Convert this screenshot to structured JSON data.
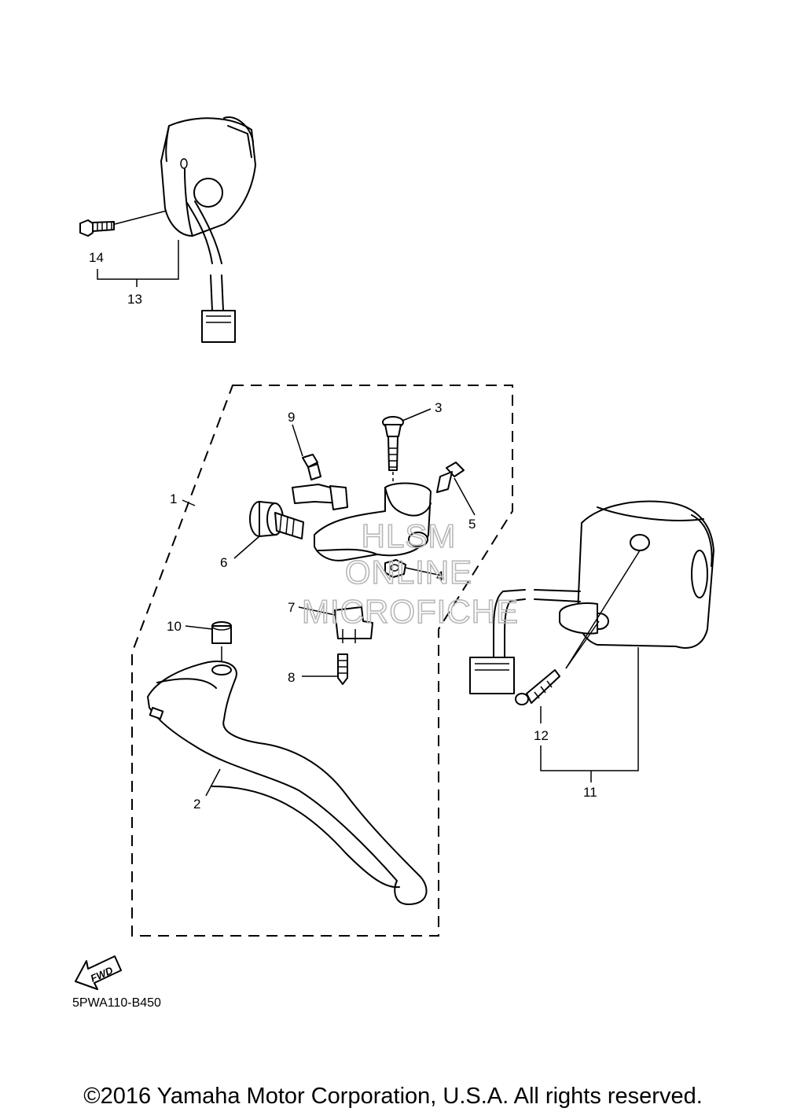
{
  "callouts": [
    "1",
    "2",
    "3",
    "4",
    "5",
    "6",
    "7",
    "8",
    "9",
    "10",
    "11",
    "12",
    "13",
    "14"
  ],
  "watermark": [
    "HLSM",
    "ONLINE",
    "MICROFICHE"
  ],
  "diagram_code": "5PWA110-B450",
  "fwd_label": "FWD",
  "copyright": "©2016 Yamaha Motor Corporation, U.S.A. All rights reserved."
}
